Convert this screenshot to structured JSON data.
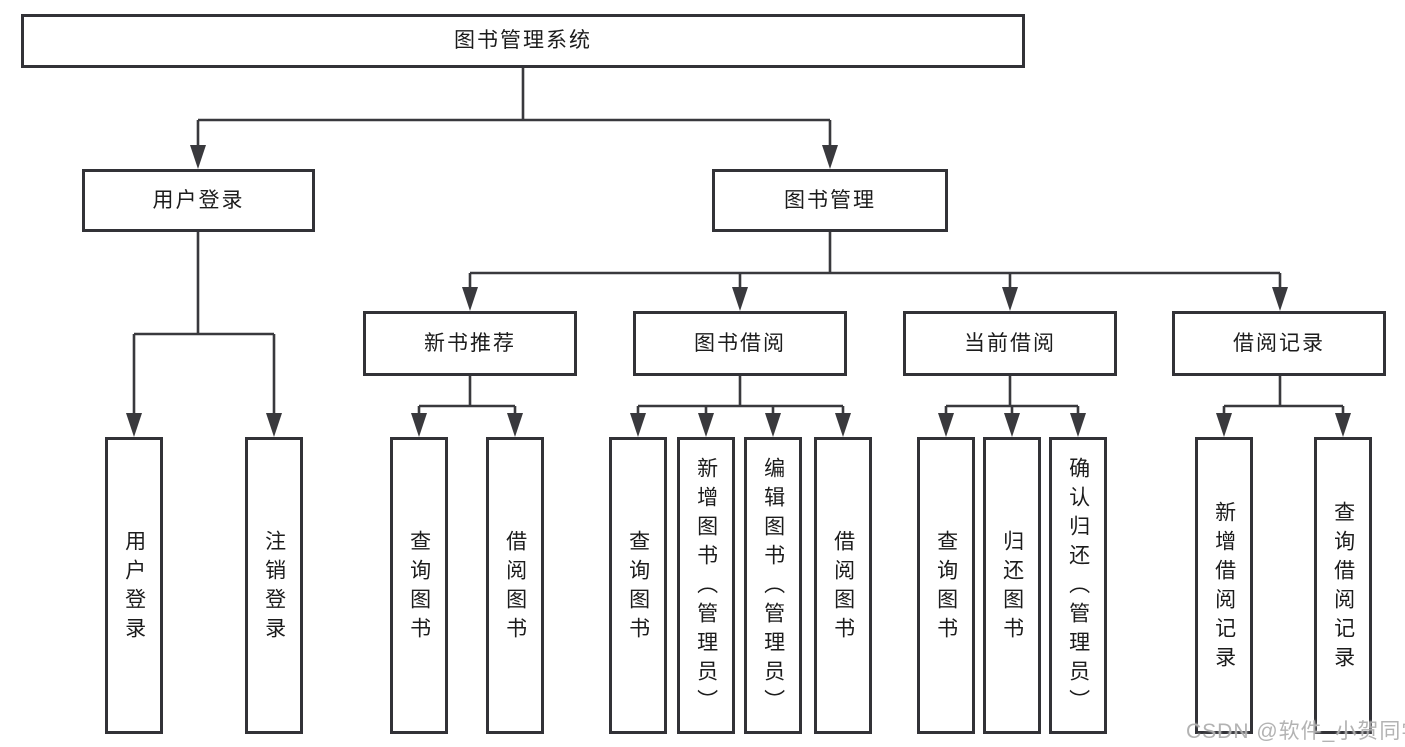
{
  "root": {
    "label": "图书管理系统"
  },
  "nodes": {
    "user_login": "用户登录",
    "book_mgmt": "图书管理",
    "new_book_rec": "新书推荐",
    "book_borrow": "图书借阅",
    "current_borrow": "当前借阅",
    "borrow_records": "借阅记录"
  },
  "leaves": {
    "user_login": [
      "用户登录",
      "注销登录"
    ],
    "new_book_rec": [
      "查询图书",
      "借阅图书"
    ],
    "book_borrow": [
      "查询图书",
      "新增图书（管理员）",
      "编辑图书（管理员）",
      "借阅图书"
    ],
    "current_borrow": [
      "查询图书",
      "归还图书",
      "确认归还（管理员）"
    ],
    "borrow_records": [
      "新增借阅记录",
      "查询借阅记录"
    ]
  },
  "watermark": "CSDN @软件_小贺同学",
  "colors": {
    "line": "#39393d",
    "box_border": "#323237",
    "text": "#1c1c1c",
    "watermark": "#acacac",
    "background": "#ffffff"
  }
}
